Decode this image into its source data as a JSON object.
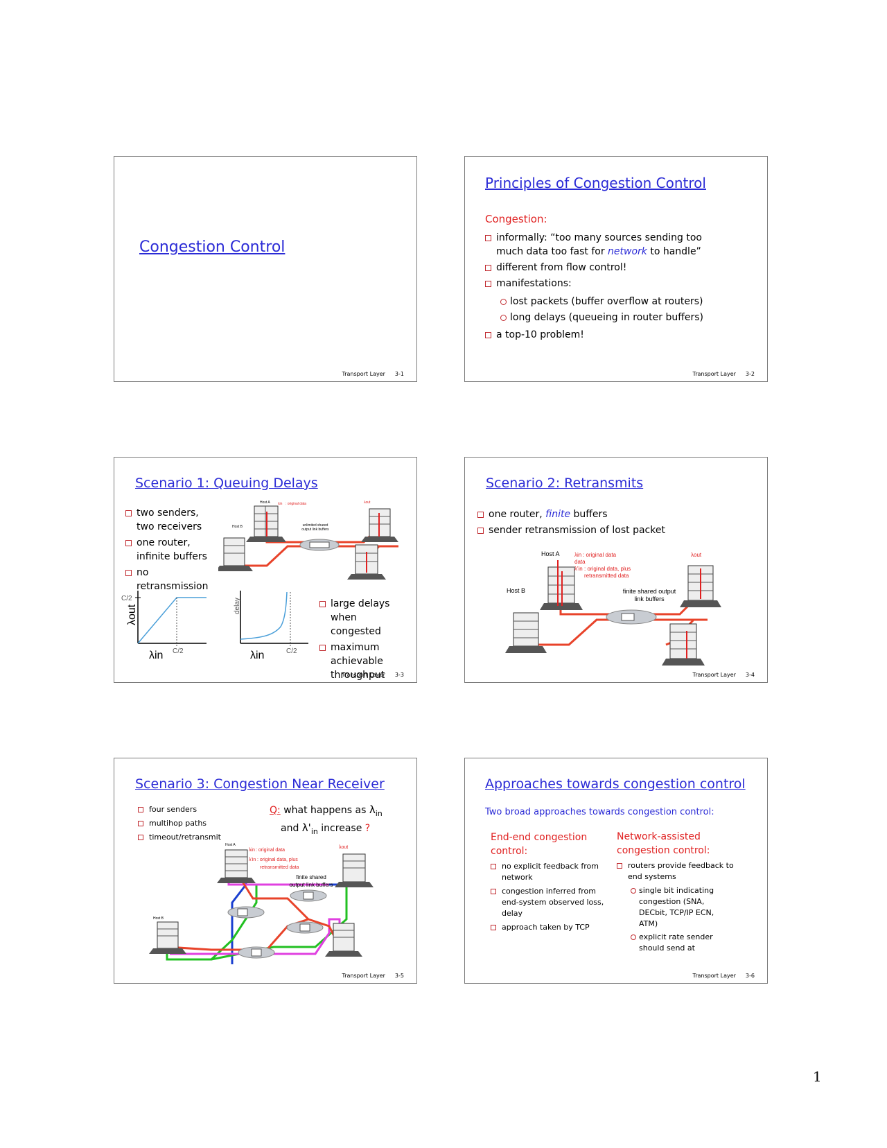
{
  "slides": [
    {
      "title": "Congestion Control",
      "footer": {
        "label": "Transport Layer",
        "num": "3-1"
      }
    },
    {
      "title": "Principles of Congestion Control",
      "subtitle": "Congestion:",
      "bullets": {
        "b1_pre": "informally: “too many sources sending too much data too fast for ",
        "b1_em": "network",
        "b1_post": " to handle”",
        "b2": "different from flow control!",
        "b3": "manifestations:",
        "sub1": "lost packets (buffer overflow at routers)",
        "sub2": "long delays (queueing in router buffers)",
        "b4": "a top-10 problem!"
      },
      "footer": {
        "label": "Transport Layer",
        "num": "3-2"
      }
    },
    {
      "title": "Scenario 1: Queuing Delays",
      "bullets": [
        "two senders, two receivers",
        "one router, infinite buffers",
        "no retransmission"
      ],
      "right_bullets": [
        "large delays when congested",
        "maximum achievable throughput"
      ],
      "diagram": {
        "host_a": "Host A",
        "host_b": "Host B",
        "lambda_in_label": ": original data",
        "buffer_label_1": "unlimited shared",
        "buffer_label_2": "output link buffers"
      },
      "graph1": {
        "y_tick": "C/2",
        "x_tick": "C/2"
      },
      "graph2": {
        "y_label": "delay",
        "x_tick": "C/2"
      },
      "footer": {
        "label": "Transport Layer",
        "num": "3-3"
      }
    },
    {
      "title": "Scenario 2: Retransmits",
      "bullets": {
        "b1_pre": "one router, ",
        "b1_em": "finite",
        "b1_post": " buffers",
        "b2": "sender retransmission of lost packet"
      },
      "diagram": {
        "host_a": "Host A",
        "host_b": "Host B",
        "lambda_in_label": ": original data",
        "lambda_prime_label_1": ": original data, plus",
        "lambda_prime_label_2": "retransmitted data",
        "buffer_label_1": "finite shared output",
        "buffer_label_2": "link buffers"
      },
      "footer": {
        "label": "Transport Layer",
        "num": "3-4"
      }
    },
    {
      "title": "Scenario 3: Congestion Near Receiver",
      "bullets": [
        "four senders",
        "multihop paths",
        "timeout/retransmit"
      ],
      "question": {
        "q": "Q:",
        "q_text": "what happens as",
        "and": "and",
        "increase": "increase",
        "mark": "?"
      },
      "diagram": {
        "host_a": "Host A",
        "host_b": "Host B",
        "lambda_in_label": ": original data",
        "lambda_prime_label_1": ": original data, plus",
        "lambda_prime_label_2": "retransmitted data",
        "buffer_label_1": "finite shared",
        "buffer_label_2": "output link buffers"
      },
      "footer": {
        "label": "Transport Layer",
        "num": "3-5"
      }
    },
    {
      "title": "Approaches towards congestion control",
      "intro": "Two broad approaches towards congestion control:",
      "left": {
        "heading": "End-end congestion control:",
        "items": [
          "no explicit feedback from network",
          "congestion inferred from end-system observed loss, delay",
          "approach taken by TCP"
        ]
      },
      "right": {
        "heading": "Network-assisted congestion control:",
        "item": "routers provide feedback to end systems",
        "sub": [
          "single bit indicating congestion (SNA, DECbit, TCP/IP ECN, ATM)",
          "explicit rate sender should send at"
        ]
      },
      "footer": {
        "label": "Transport Layer",
        "num": "3-6"
      }
    }
  ],
  "page_number": "1",
  "colors": {
    "title": "#2b2bd6",
    "accent_red": "#e02020",
    "border": "#7a7a7a"
  }
}
